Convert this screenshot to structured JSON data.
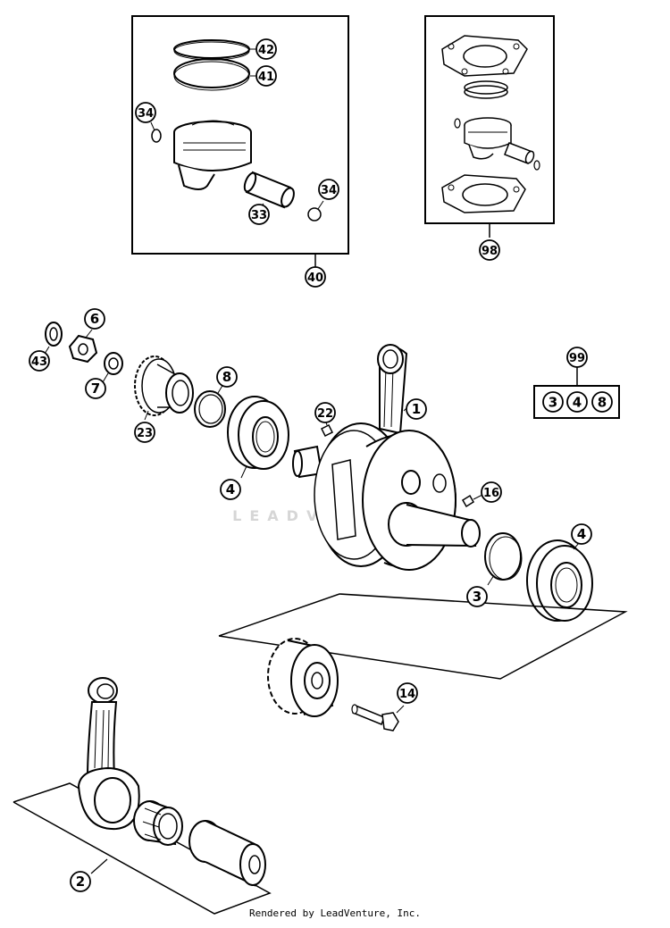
{
  "diagram": {
    "callouts": [
      {
        "id": "c42",
        "label": "42"
      },
      {
        "id": "c41",
        "label": "41"
      },
      {
        "id": "c34a",
        "label": "34"
      },
      {
        "id": "c34b",
        "label": "34"
      },
      {
        "id": "c33",
        "label": "33"
      },
      {
        "id": "c40",
        "label": "40"
      },
      {
        "id": "c98",
        "label": "98"
      },
      {
        "id": "c6",
        "label": "6"
      },
      {
        "id": "c43",
        "label": "43"
      },
      {
        "id": "c7",
        "label": "7"
      },
      {
        "id": "c8",
        "label": "8"
      },
      {
        "id": "c23",
        "label": "23"
      },
      {
        "id": "c22",
        "label": "22"
      },
      {
        "id": "c1",
        "label": "1"
      },
      {
        "id": "c4a",
        "label": "4"
      },
      {
        "id": "c16",
        "label": "16"
      },
      {
        "id": "c4b",
        "label": "4"
      },
      {
        "id": "c3",
        "label": "3"
      },
      {
        "id": "c14",
        "label": "14"
      },
      {
        "id": "c2",
        "label": "2"
      },
      {
        "id": "c99",
        "label": "99"
      }
    ],
    "kit_99_items": [
      "3",
      "4",
      "8"
    ]
  },
  "watermark": "LEADVENTURE",
  "footer": "Rendered by LeadVenture, Inc."
}
